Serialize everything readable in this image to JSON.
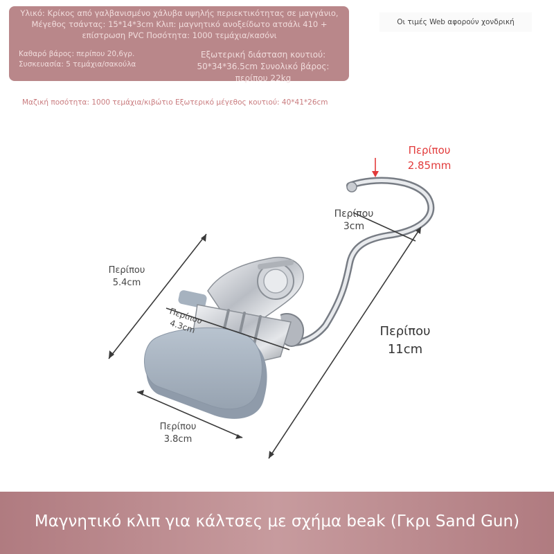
{
  "info": {
    "material_text": "Υλικό: Κρίκος από γαλβανισμένο χάλυβα υψηλής περιεκτικότητας σε μαγγάνιο, Μέγεθος τσάντας: 15*14*3cm Κλιπ: μαγνητικό ανοξείδωτο ατσάλι 410 + επίστρωση PVC Ποσότητα: 1000 τεμάχια/κασόνι",
    "net_weight": "Καθαρό βάρος: περίπου 20,6γρ.",
    "packaging": "Συσκευασία: 5 τεμάχια/σακούλα",
    "outer_box": "Εξωτερική διάσταση κουτιού: 50*34*36.5cm Συνολικό βάρος: περίπου 22kg"
  },
  "web_note": "Οι τιμές Web αφορούν χονδρική",
  "bulk_note": "Μαζική ποσότητα: 1000 τεμάχια/κιβώτιο Εξωτερικό μέγεθος κουτιού: 40*41*26cm",
  "dimensions": {
    "approx": "Περίπου",
    "wire": "2.85mm",
    "hook": "3cm",
    "total": "11cm",
    "clip_length": "5.4cm",
    "clip_body": "4.3cm",
    "clip_width": "3.8cm"
  },
  "title": "Μαγνητικό κλιπ για κάλτσες με σχήμα beak (Γκρι Sand Gun)",
  "colors": {
    "banner": "#b07b80",
    "info_box": "#b9878a",
    "accent_red": "#e23a3a",
    "clip_gray": "#a7b3c1"
  }
}
